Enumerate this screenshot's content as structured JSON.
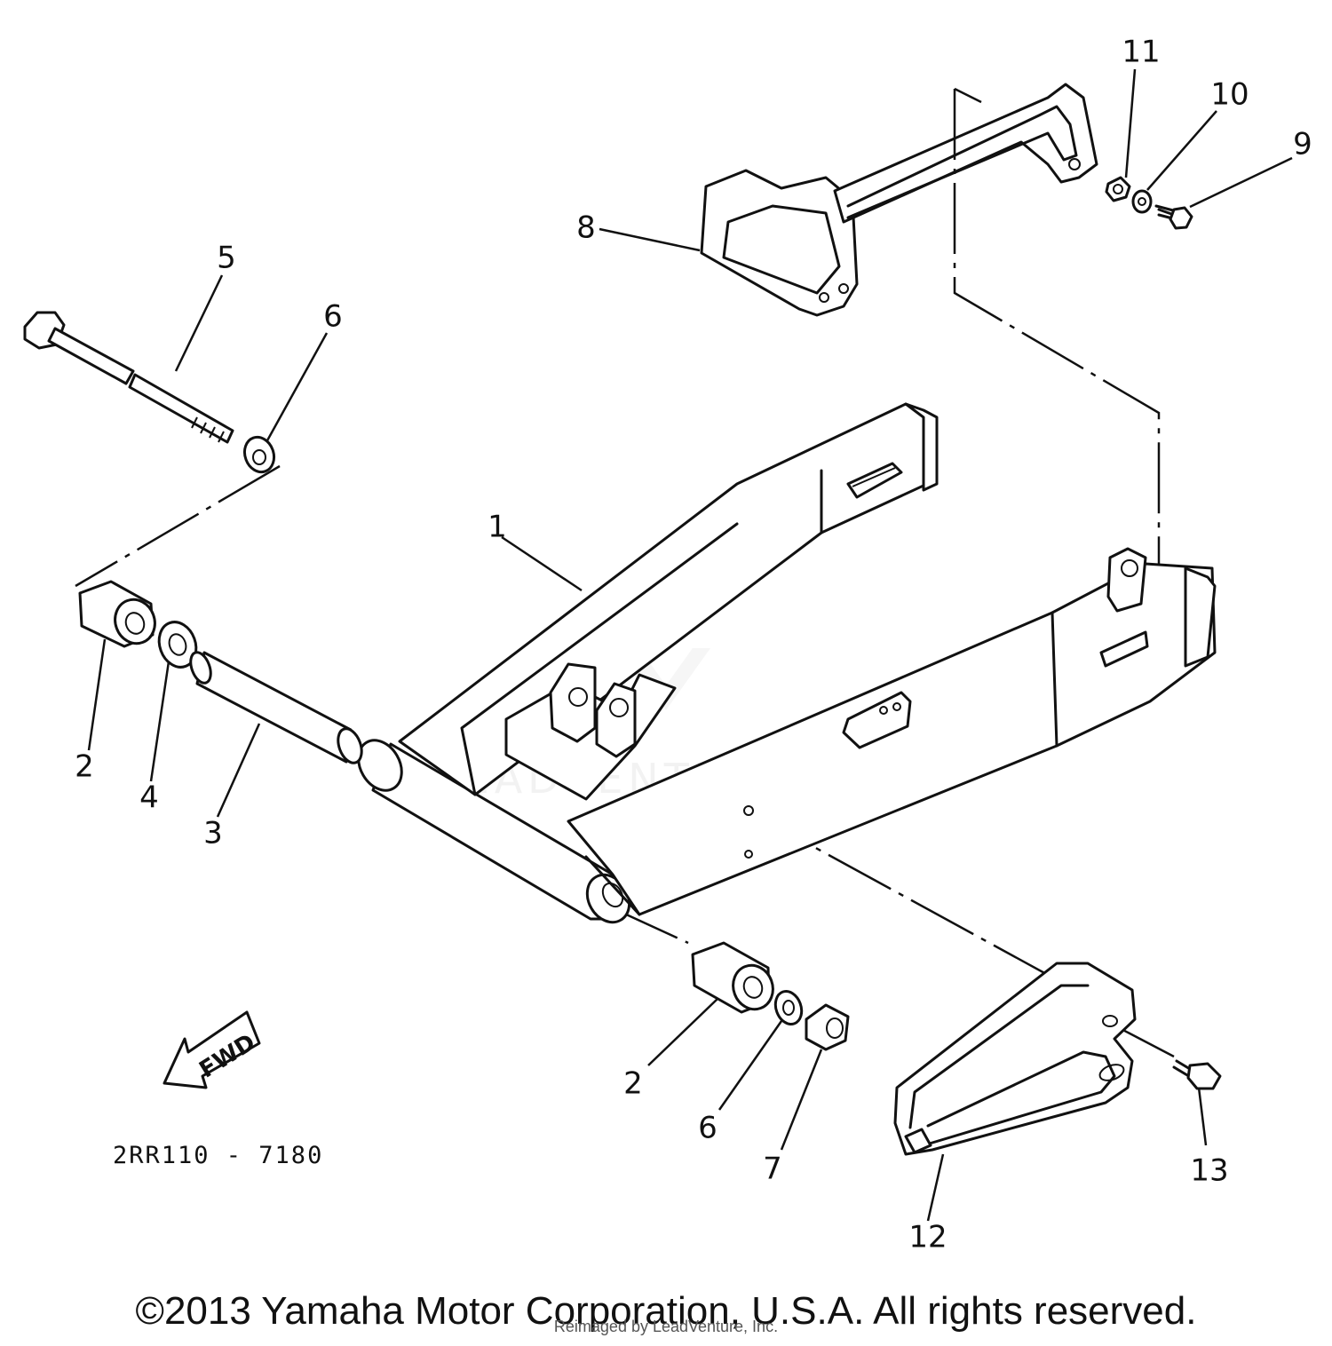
{
  "diagram": {
    "callouts": [
      "1",
      "2",
      "3",
      "4",
      "5",
      "6",
      "7",
      "8",
      "9",
      "10",
      "11",
      "12",
      "13",
      "2",
      "6"
    ],
    "fwd_label": "FWD",
    "drawing_code": "2RR110 - 7180",
    "watermark": "LEADVENTURE"
  },
  "footer": {
    "copyright": "©2013 Yamaha Motor Corporation, U.S.A. All rights reserved.",
    "reimaged": "Reimaged by LeadVenture, Inc."
  }
}
